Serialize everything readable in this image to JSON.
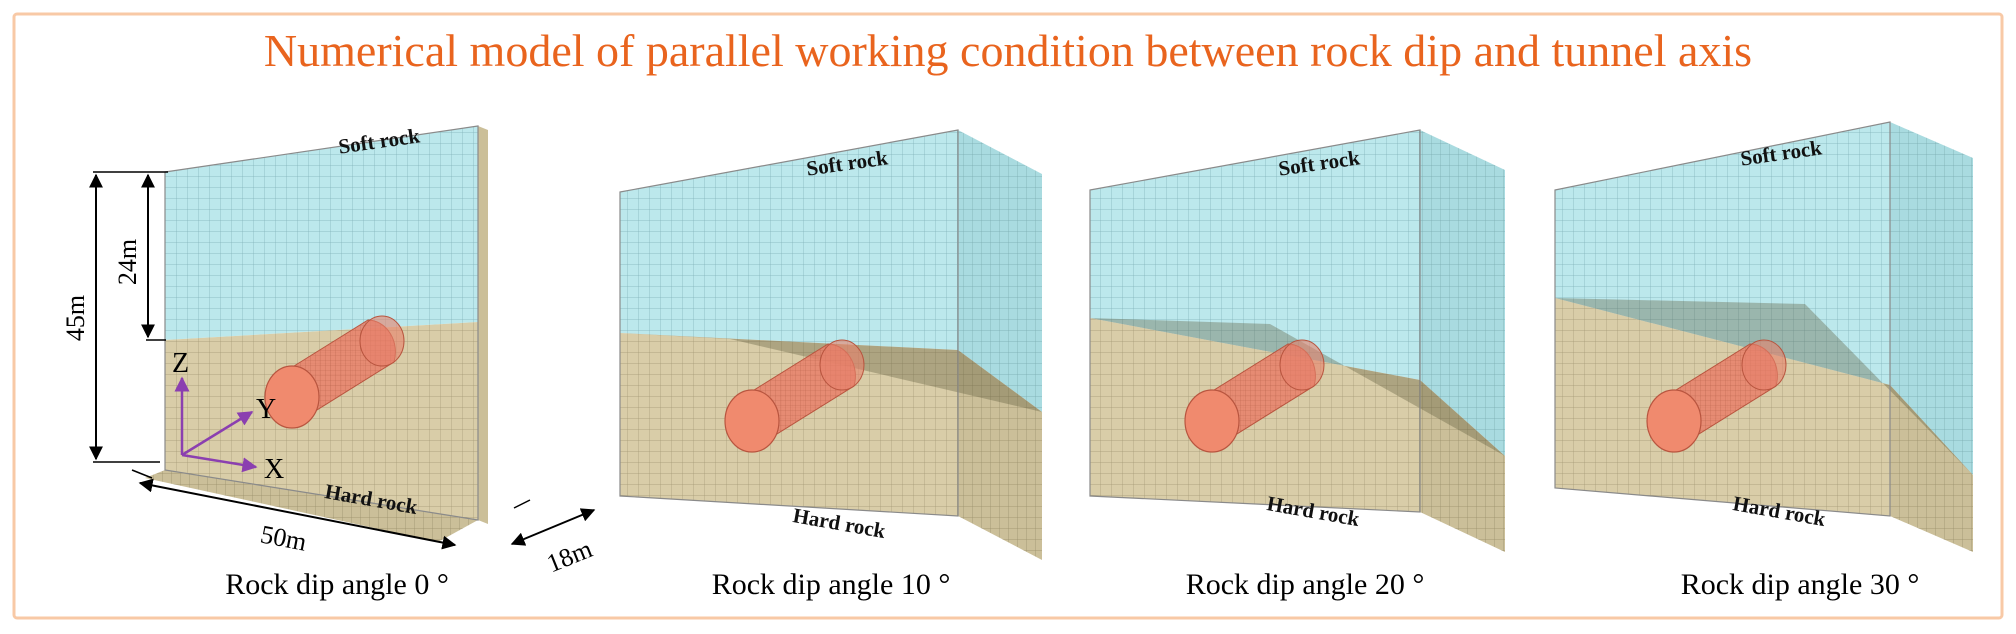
{
  "title": "Numerical model of parallel working condition between rock dip and tunnel axis",
  "labels": {
    "soft_rock": "Soft rock",
    "hard_rock": "Hard rock"
  },
  "dimensions": {
    "height": "45m",
    "soft_height": "24m",
    "length": "50m",
    "width": "18m"
  },
  "axes": {
    "z": "Z",
    "y": "Y",
    "x": "X"
  },
  "models": [
    {
      "caption": "Rock dip angle 0 °"
    },
    {
      "caption": "Rock dip angle 10 °"
    },
    {
      "caption": "Rock dip angle 20 °"
    },
    {
      "caption": "Rock dip angle 30 °"
    }
  ],
  "colors": {
    "title": "#e9641e",
    "frame": "#f8c9a6",
    "soft_rock": "#bce8ec",
    "hard_rock": "#d9cda8",
    "tunnel": "#e8806a",
    "axis_arrow": "#8b3fb0"
  }
}
